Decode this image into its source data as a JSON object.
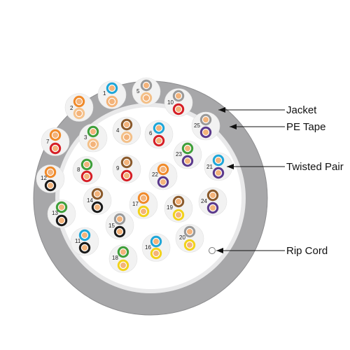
{
  "diagram": {
    "colors": {
      "jacket": "#a7a7a9",
      "jacket_edge": "#8e8e90",
      "pe_tape": "#e9e9ea",
      "core": "#ffffff",
      "pair_bg": "#f2f2f2"
    },
    "callouts": [
      {
        "id": "jacket",
        "label": "Jacket"
      },
      {
        "id": "pe-tape",
        "label": "PE Tape"
      },
      {
        "id": "twisted-pair",
        "label": "Twisted Pair"
      },
      {
        "id": "rip-cord",
        "label": "Rip Cord"
      }
    ],
    "pairs": [
      {
        "n": "1",
        "a": "#1fa6d8",
        "b": "#f5b57a"
      },
      {
        "n": "2",
        "a": "#f08a2a",
        "b": "#f5c38d"
      },
      {
        "n": "3",
        "a": "#3f9f3a",
        "b": "#f3c089"
      },
      {
        "n": "4",
        "a": "#8b5a2b",
        "b": "#f3c089"
      },
      {
        "n": "5",
        "a": "#9a9a9a",
        "b": "#f3c089"
      },
      {
        "n": "6",
        "a": "#1fa6d8",
        "b": "#d61f26"
      },
      {
        "n": "7",
        "a": "#f08a2a",
        "b": "#d61f26"
      },
      {
        "n": "8",
        "a": "#3f9f3a",
        "b": "#d61f26"
      },
      {
        "n": "9",
        "a": "#8b5a2b",
        "b": "#d61f26"
      },
      {
        "n": "10",
        "a": "#9a9a9a",
        "b": "#d61f26"
      },
      {
        "n": "11",
        "a": "#1fa6d8",
        "b": "#1a1a1a"
      },
      {
        "n": "12",
        "a": "#f08a2a",
        "b": "#1a1a1a"
      },
      {
        "n": "13",
        "a": "#3f9f3a",
        "b": "#1a1a1a"
      },
      {
        "n": "14",
        "a": "#8b5a2b",
        "b": "#1a1a1a"
      },
      {
        "n": "15",
        "a": "#9a9a9a",
        "b": "#1a1a1a"
      },
      {
        "n": "16",
        "a": "#1fa6d8",
        "b": "#f2d21b"
      },
      {
        "n": "17",
        "a": "#f08a2a",
        "b": "#f2d21b"
      },
      {
        "n": "18",
        "a": "#3f9f3a",
        "b": "#f2d21b"
      },
      {
        "n": "19",
        "a": "#8b5a2b",
        "b": "#f2d21b"
      },
      {
        "n": "20",
        "a": "#9a9a9a",
        "b": "#f2d21b"
      },
      {
        "n": "21",
        "a": "#1fa6d8",
        "b": "#5c3a8c"
      },
      {
        "n": "22",
        "a": "#f08a2a",
        "b": "#5c3a8c"
      },
      {
        "n": "23",
        "a": "#3f9f3a",
        "b": "#5c3a8c"
      },
      {
        "n": "24",
        "a": "#8b5a2b",
        "b": "#5c3a8c"
      },
      {
        "n": "25",
        "a": "#9a9a9a",
        "b": "#5c3a8c"
      }
    ]
  }
}
